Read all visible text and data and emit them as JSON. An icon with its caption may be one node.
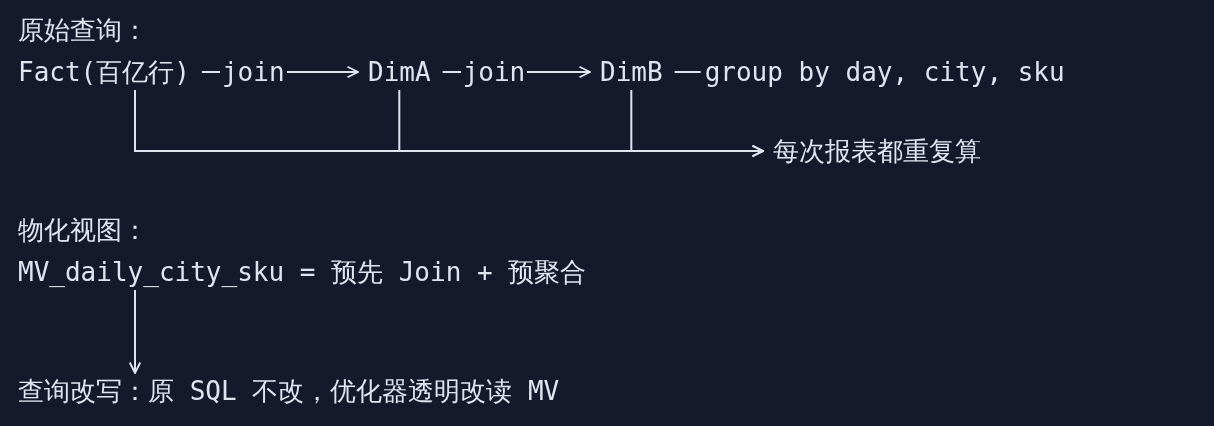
{
  "diagram": {
    "nodes": [
      {
        "text": [
          "Fact(百亿行)"
        ]
      },
      {
        "text": [
          "DimA"
        ]
      },
      {
        "text": [
          "DimB"
        ]
      },
      {
        "text": [
          "每次报表都重复算"
        ]
      },
      {
        "text": [
          "MV_daily_city_sku = 预先 Join + 预聚合"
        ]
      },
      {
        "text": [
          "查询改写：原 SQL 不改，优化器透明改读 MV"
        ]
      }
    ],
    "edges": [
      {
        "from": 0,
        "to": 1,
        "arrow": "to",
        "label": "join"
      },
      {
        "from": 1,
        "to": 2,
        "arrow": "to",
        "label": "join"
      },
      {
        "from": 2,
        "to": null,
        "arrow": "none",
        "label": "group by day, city, sku"
      },
      {
        "from": 0,
        "to": 3,
        "arrow": "to"
      },
      {
        "from": 1,
        "to": 3,
        "arrow": "to"
      },
      {
        "from": 2,
        "to": 3,
        "arrow": "to"
      },
      {
        "from": 4,
        "to": 5,
        "arrow": "to"
      }
    ],
    "labels": [
      "原始查询：",
      "物化视图："
    ]
  }
}
